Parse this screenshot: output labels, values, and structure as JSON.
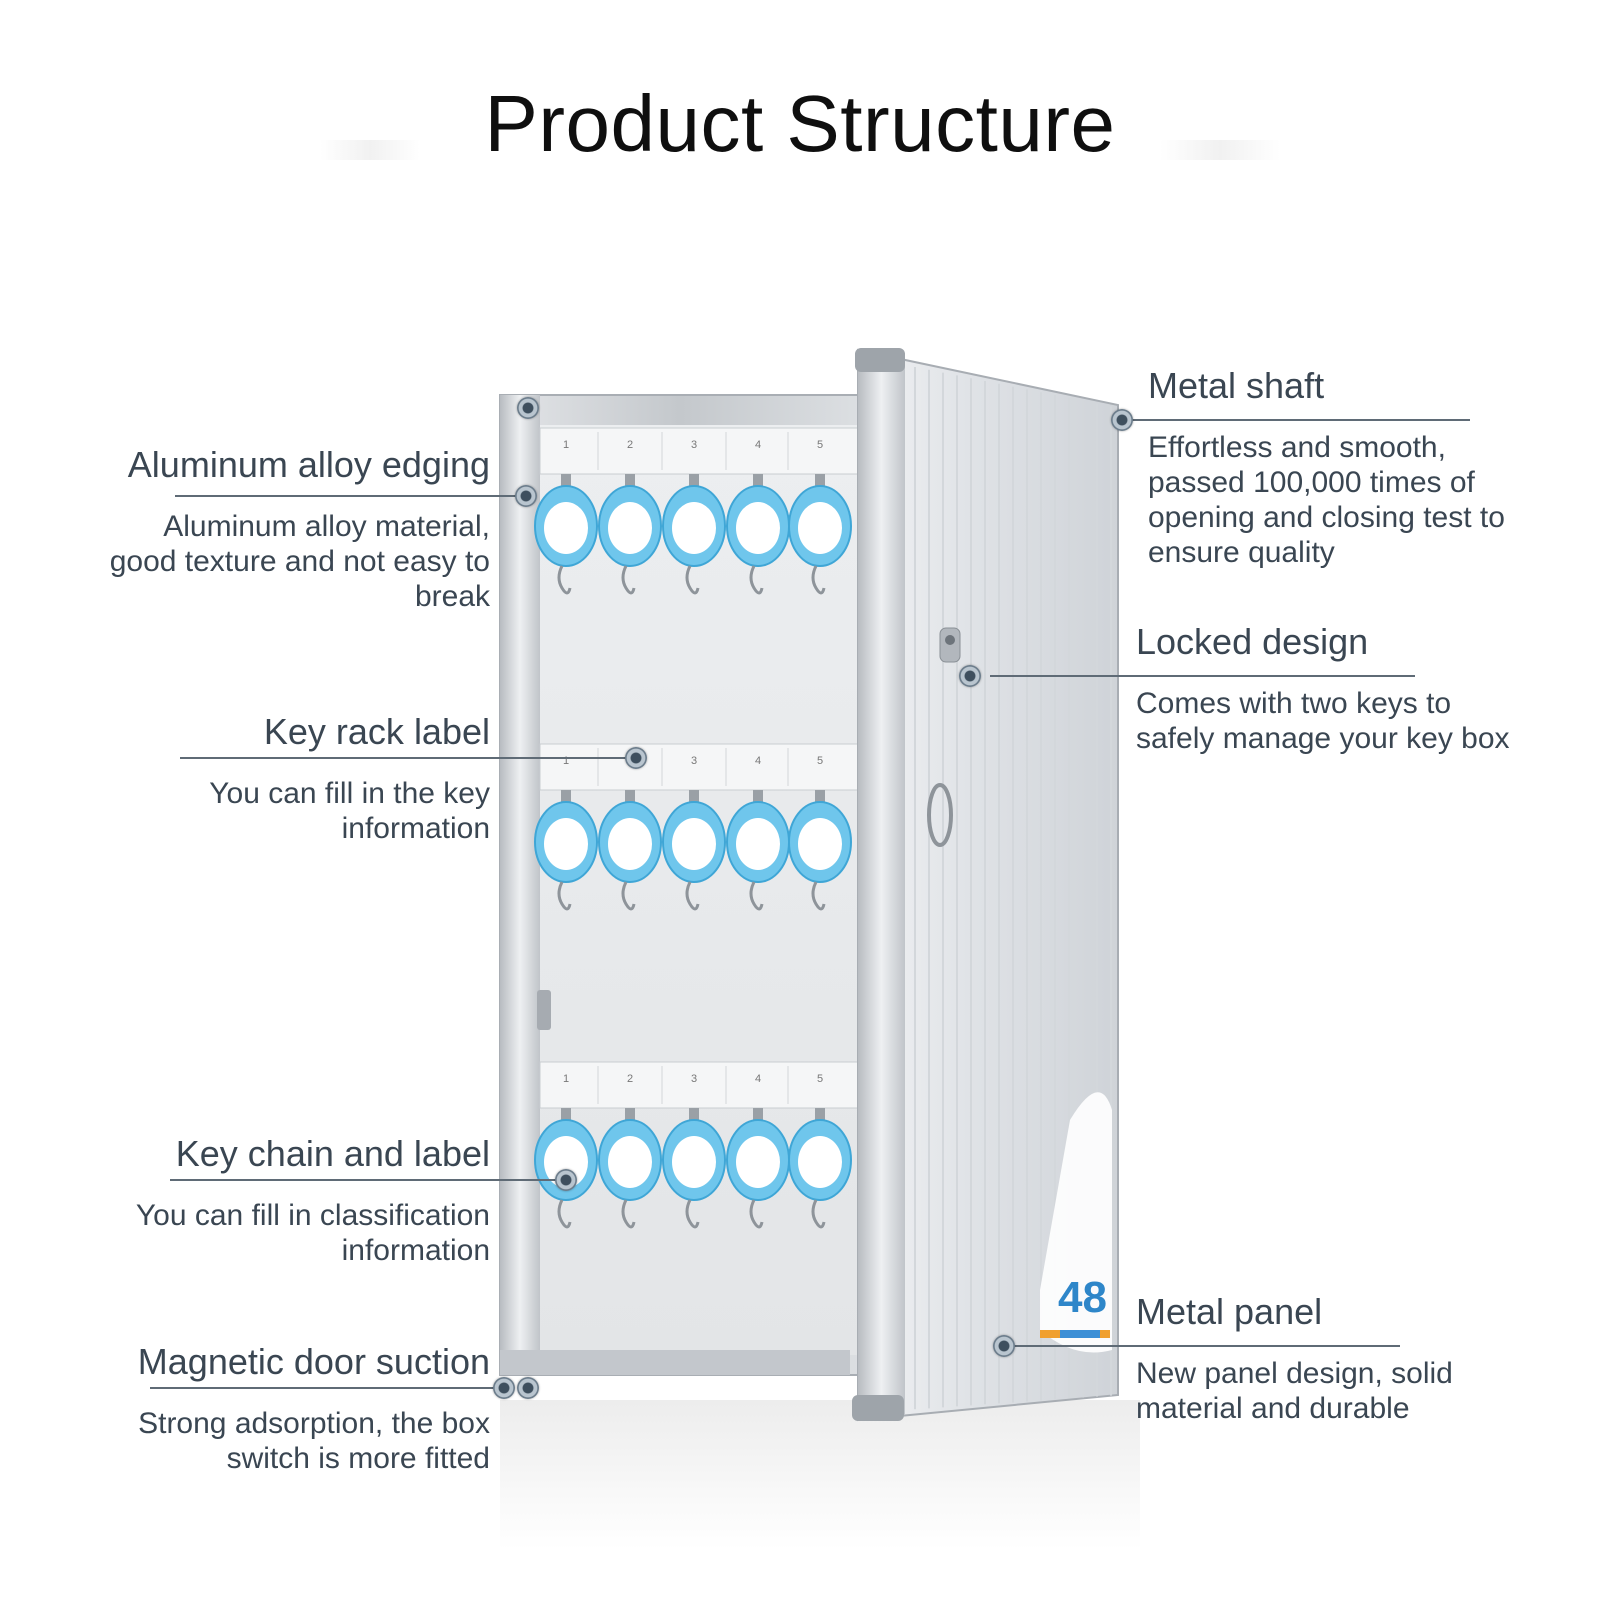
{
  "title": "Product Structure",
  "cabinet": {
    "row_numbers": [
      "1",
      "2",
      "3",
      "4",
      "5"
    ],
    "tag_color": "#6fc6ec",
    "frame_color": "#c9ccd0",
    "badge_number": "48"
  },
  "callouts": {
    "aluminum_edging": {
      "heading": "Aluminum alloy edging",
      "description_lines": [
        "Aluminum alloy material,",
        "good texture and not easy to",
        "break"
      ]
    },
    "key_rack_label": {
      "heading": "Key rack label",
      "description_lines": [
        "You can fill in the key",
        "information"
      ]
    },
    "key_chain_label": {
      "heading": "Key chain and label",
      "description_lines": [
        "You can fill in classification",
        "information"
      ]
    },
    "magnetic_door": {
      "heading": "Magnetic door suction",
      "description_lines": [
        "Strong adsorption, the box",
        "switch is more fitted"
      ]
    },
    "metal_shaft": {
      "heading": "Metal shaft",
      "description_lines": [
        "Effortless and smooth,",
        "passed 100,000 times of",
        "opening and closing test to",
        "ensure quality"
      ]
    },
    "locked_design": {
      "heading": "Locked design",
      "description_lines": [
        "Comes with two keys to",
        "safely manage your key box"
      ]
    },
    "metal_panel": {
      "heading": "Metal panel",
      "description_lines": [
        "New panel design, solid",
        "material and durable"
      ]
    }
  }
}
